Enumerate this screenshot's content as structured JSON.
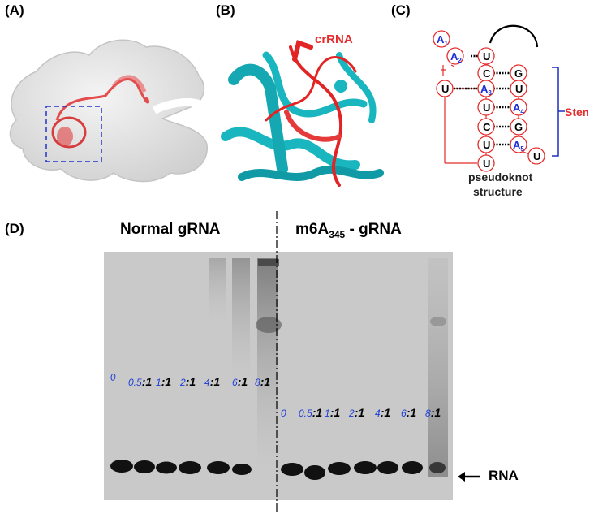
{
  "panels": {
    "a_label": "(A)",
    "b_label": "(B)",
    "c_label": "(C)",
    "d_label": "(D)"
  },
  "panel_b": {
    "crrna_label": "crRNA"
  },
  "panel_c": {
    "nucleotides_left": [
      "U",
      "C",
      "U",
      "C",
      "U"
    ],
    "nucleotides_right": [
      "G",
      "U",
      "A",
      "G",
      "A"
    ],
    "stem_label": "Stem",
    "caption_line1": "pseudoknot",
    "caption_line2": "structure"
  },
  "panel_d": {
    "left_title": "Normal gRNA",
    "right_title_main": "m6A",
    "right_title_sub": "345",
    "right_title_suffix": " - gRNA",
    "rna_label": "RNA",
    "left_ratios": [
      {
        "num": "0",
        "den": ""
      },
      {
        "num": "0.5",
        "den": "1"
      },
      {
        "num": "1",
        "den": "1"
      },
      {
        "num": "2",
        "den": "1"
      },
      {
        "num": "4",
        "den": "1"
      },
      {
        "num": "6",
        "den": "1"
      },
      {
        "num": "8",
        "den": "1"
      }
    ],
    "right_ratios": [
      {
        "num": "0",
        "den": ""
      },
      {
        "num": "0.5",
        "den": "1"
      },
      {
        "num": "1",
        "den": "1"
      },
      {
        "num": "2",
        "den": "1"
      },
      {
        "num": "4",
        "den": "1"
      },
      {
        "num": "6",
        "den": "1"
      },
      {
        "num": "8",
        "den": "1"
      }
    ]
  },
  "colors": {
    "blue_text": "#1d3fd8",
    "red": "#e52b2b",
    "cyan": "#19b7c2",
    "stem_blue": "#1f2fbf"
  }
}
